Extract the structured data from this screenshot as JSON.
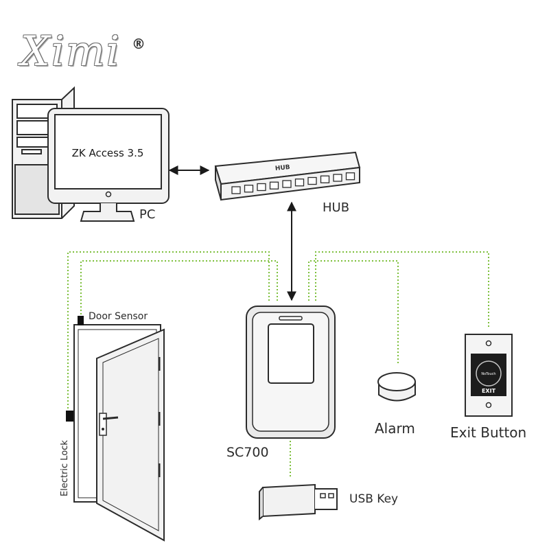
{
  "logo": {
    "text": "Ximi",
    "trademark": "®"
  },
  "devices": {
    "pc": {
      "label": "PC",
      "screen_text": "ZK Access 3.5"
    },
    "hub": {
      "label": "HUB",
      "device_text": "HUB"
    },
    "controller": {
      "label": "SC700"
    },
    "door_sensor": {
      "label": "Door Sensor"
    },
    "electric_lock": {
      "label": "Electric Lock"
    },
    "alarm": {
      "label": "Alarm"
    },
    "exit_button": {
      "label": "Exit Button",
      "button_text": "EXIT",
      "sensor_text": "NoTouch"
    },
    "usb_key": {
      "label": "USB Key"
    }
  },
  "colors": {
    "wire": "#7cbf3a",
    "outline": "#2b2b2b",
    "device_fill": "#f2f2f2"
  }
}
